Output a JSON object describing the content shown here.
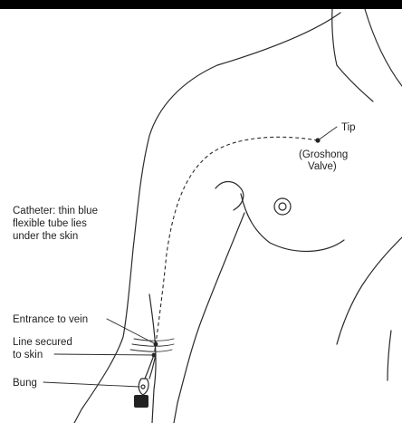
{
  "labels": {
    "tip": "Tip",
    "groshong_line1": "(Groshong",
    "groshong_line2": "Valve)",
    "catheter_line1": "Catheter: thin blue",
    "catheter_line2": "flexible tube lies",
    "catheter_line3": "under the skin",
    "entrance": "Entrance to vein",
    "secured_line1": "Line secured",
    "secured_line2": "to skin",
    "bung": "Bung"
  },
  "colors": {
    "line": "#2a2a2a",
    "top_band": "#000000",
    "bung": "#222222",
    "text": "#222222"
  }
}
